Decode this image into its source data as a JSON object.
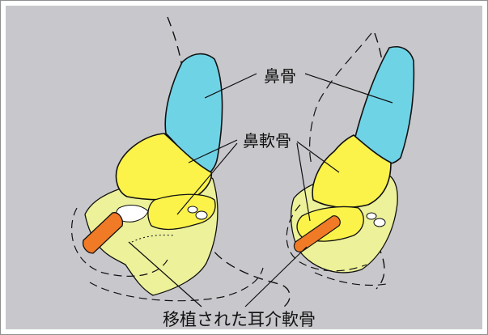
{
  "labels": {
    "nasal_bone": "鼻骨",
    "nasal_cartilage": "鼻軟骨",
    "ear_cartilage_graft": "移植された耳介軟骨"
  },
  "colors": {
    "background": "#c8c8cc",
    "nasal_bone": "#6fd3e6",
    "nasal_cartilage": "#fbf24a",
    "soft_tissue": "#ecf19a",
    "graft": "#f07a26",
    "outline": "#111111"
  }
}
